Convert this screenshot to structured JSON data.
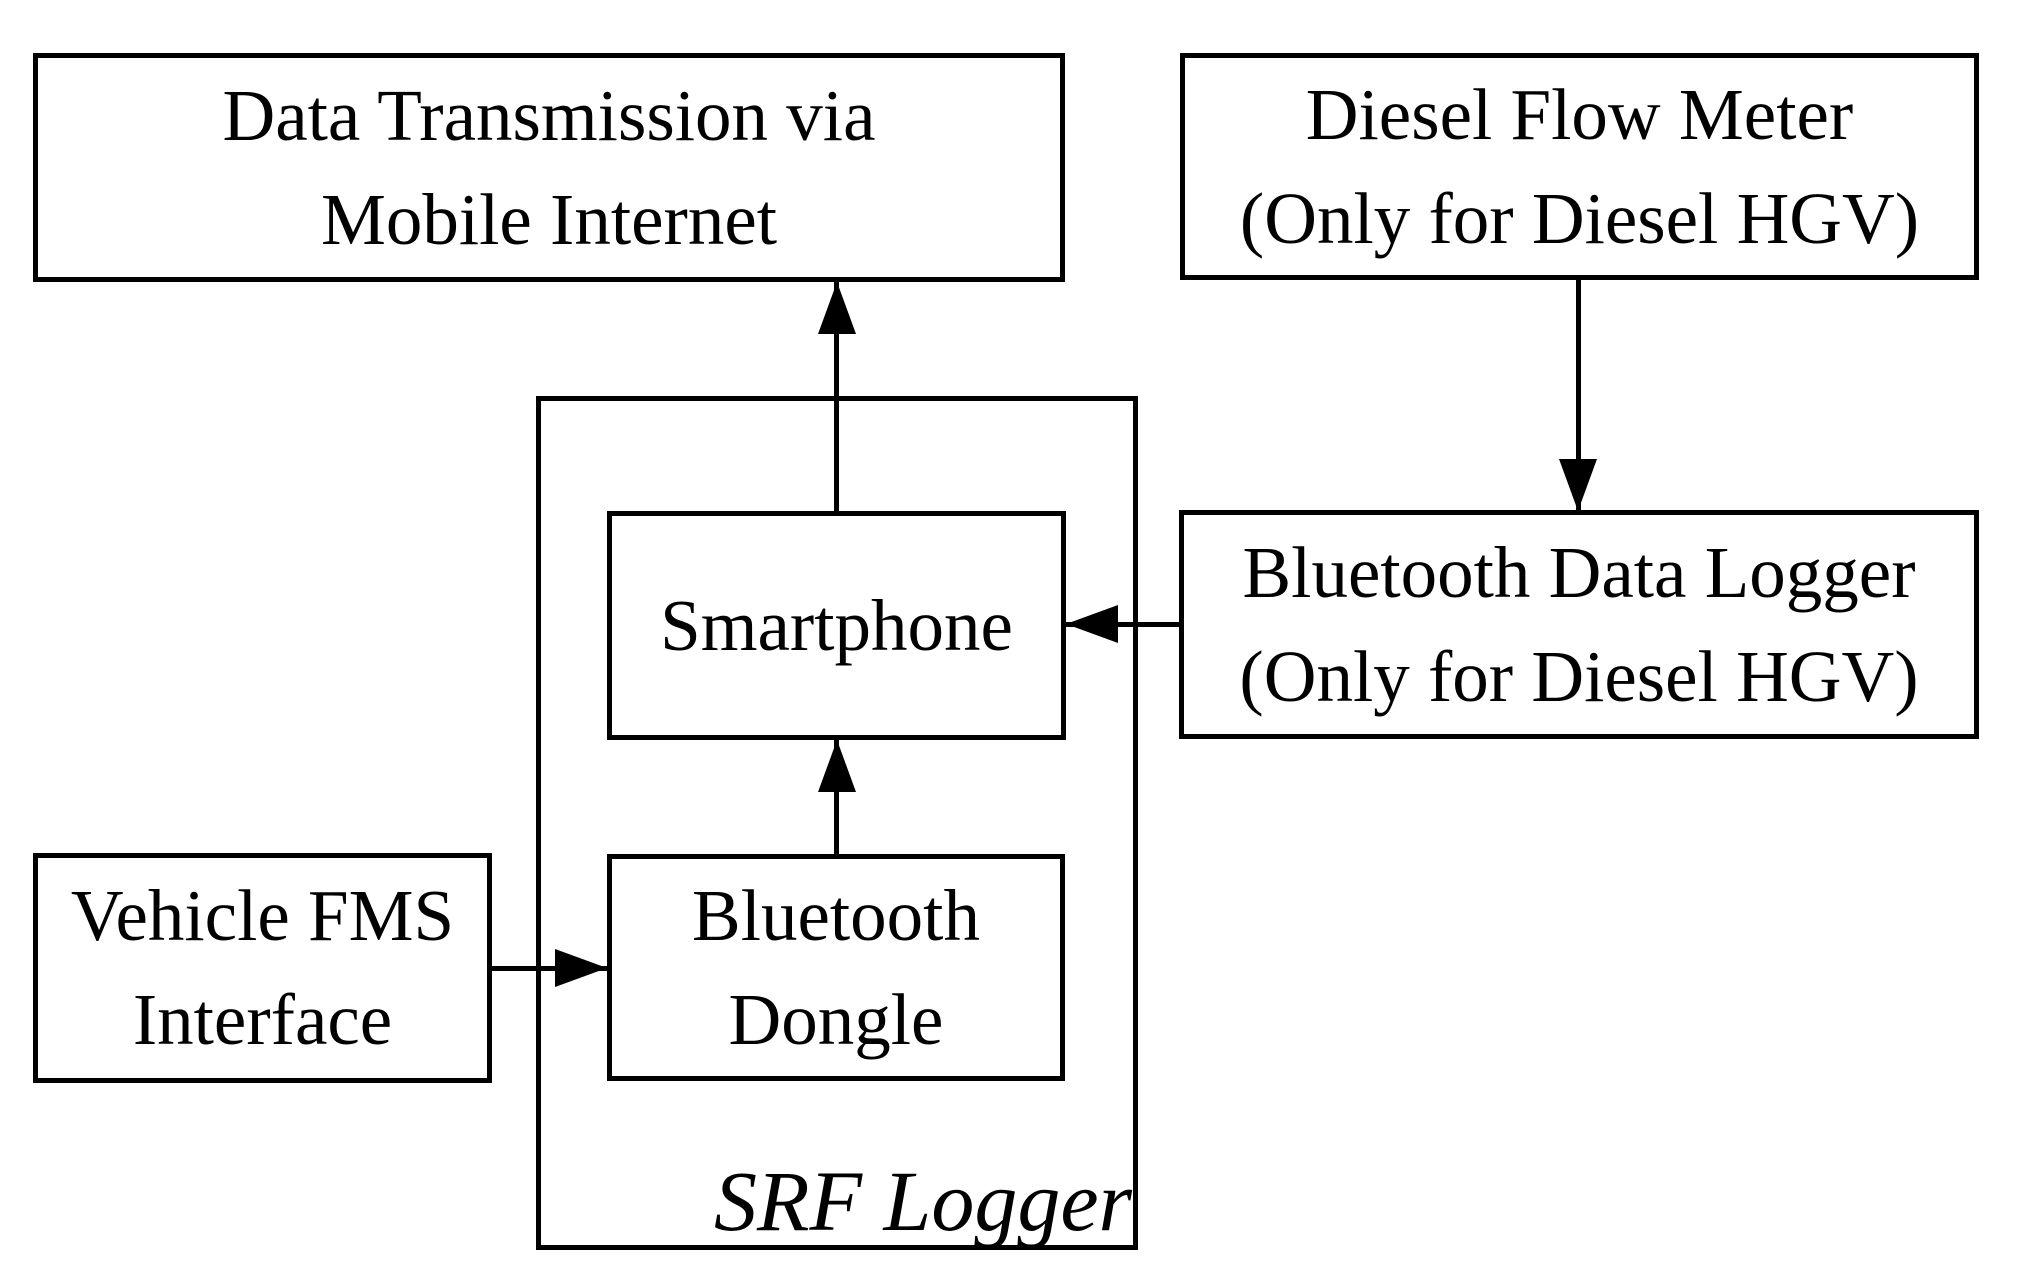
{
  "diagram": {
    "description": "Block diagram of SRF Logger data-collection system",
    "colors": {
      "line": "#000000",
      "background": "#ffffff",
      "text": "#000000"
    },
    "boxes": {
      "data_transmission": {
        "line1": "Data Transmission via",
        "line2": "Mobile Internet"
      },
      "diesel_flow_meter": {
        "line1": "Diesel Flow Meter",
        "line2": "(Only for Diesel HGV)"
      },
      "bluetooth_data_logger": {
        "line1": "Bluetooth Data Logger",
        "line2": "(Only for Diesel HGV)"
      },
      "smartphone": {
        "line1": "Smartphone"
      },
      "bluetooth_dongle": {
        "line1": "Bluetooth",
        "line2": "Dongle"
      },
      "vehicle_fms": {
        "line1": "Vehicle FMS",
        "line2": "Interface"
      },
      "srf_logger": {
        "label": "SRF Logger"
      }
    },
    "edges": [
      {
        "from": "Smartphone",
        "to": "Data Transmission via Mobile Internet",
        "direction": "up"
      },
      {
        "from": "Diesel Flow Meter",
        "to": "Bluetooth Data Logger",
        "direction": "down"
      },
      {
        "from": "Bluetooth Data Logger",
        "to": "Smartphone",
        "direction": "left"
      },
      {
        "from": "Bluetooth Dongle",
        "to": "Smartphone",
        "direction": "up"
      },
      {
        "from": "Vehicle FMS Interface",
        "to": "Bluetooth Dongle",
        "direction": "right"
      }
    ]
  }
}
